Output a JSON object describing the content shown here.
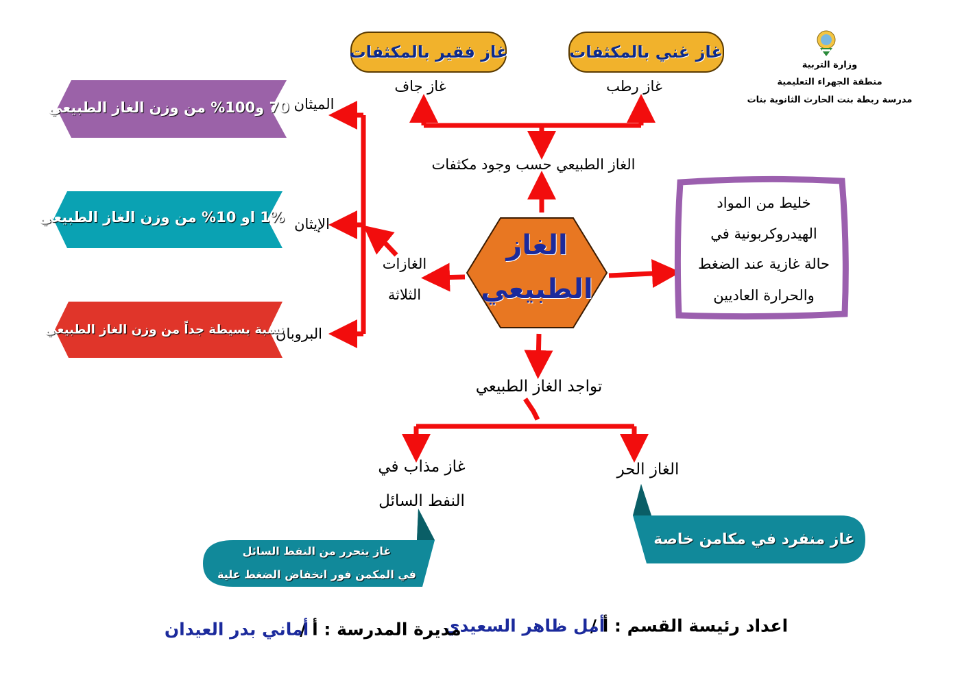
{
  "header": {
    "ministry": "وزارة التربية",
    "region": "منطقة الجهراء التعليمية",
    "school": "مدرسة ربطة بنت الحارث الثانوية بنات"
  },
  "center": {
    "line1": "الغاز",
    "line2": "الطبيعي"
  },
  "condensates": {
    "title": "الغاز الطبيعي حسب وجود مكثفات",
    "poor_label": "غاز فقير بالمكثفات",
    "rich_label": "غاز غني بالمكثفات",
    "dry": "غاز جاف",
    "wet": "غاز رطب"
  },
  "definition": [
    "خليط من المواد",
    "الهيدروكربونية في",
    "حالة غازية عند الضغط",
    "والحرارة العاديين"
  ],
  "three_gases": {
    "title_line1": "الغازات",
    "title_line2": "الثلاثة",
    "items": [
      {
        "name": "الميثان",
        "desc": "70 و100% من وزن الغاز الطبيعي"
      },
      {
        "name": "الإيثان",
        "desc": "1% او 10% من وزن الغاز الطبيعي"
      },
      {
        "name": "البروبان",
        "desc": "نسبة بسيطة جداً من وزن الغاز الطبيعي"
      }
    ]
  },
  "occurrence": {
    "title": "تواجد الغاز الطبيعي",
    "dissolved_line1": "غاز مذاب في",
    "dissolved_line2": "النفط السائل",
    "dissolved_note_line1": "غاز يتحرر من النفط  السائل",
    "dissolved_note_line2": "في المكمن فور انخفاض الضغط علية",
    "free": "الغاز الحر",
    "free_note": "غاز منفرد في مكامن خاصة"
  },
  "footer": {
    "head_label": "اعداد رئيسة القسم : أ /",
    "head_name": "أمل ظاهر السعيدي",
    "principal_label": "مديرة المدرسة : أ /",
    "principal_name": "أماني بدر العيدان"
  },
  "colors": {
    "arrow": "#f20d0d",
    "hexagon": "#e87722",
    "pill": "#f1b22c",
    "purple": "#9b62a8",
    "teal": "#0aa2b3",
    "red": "#e0352a",
    "callout": "#11899a",
    "frame": "#9b5fae"
  }
}
